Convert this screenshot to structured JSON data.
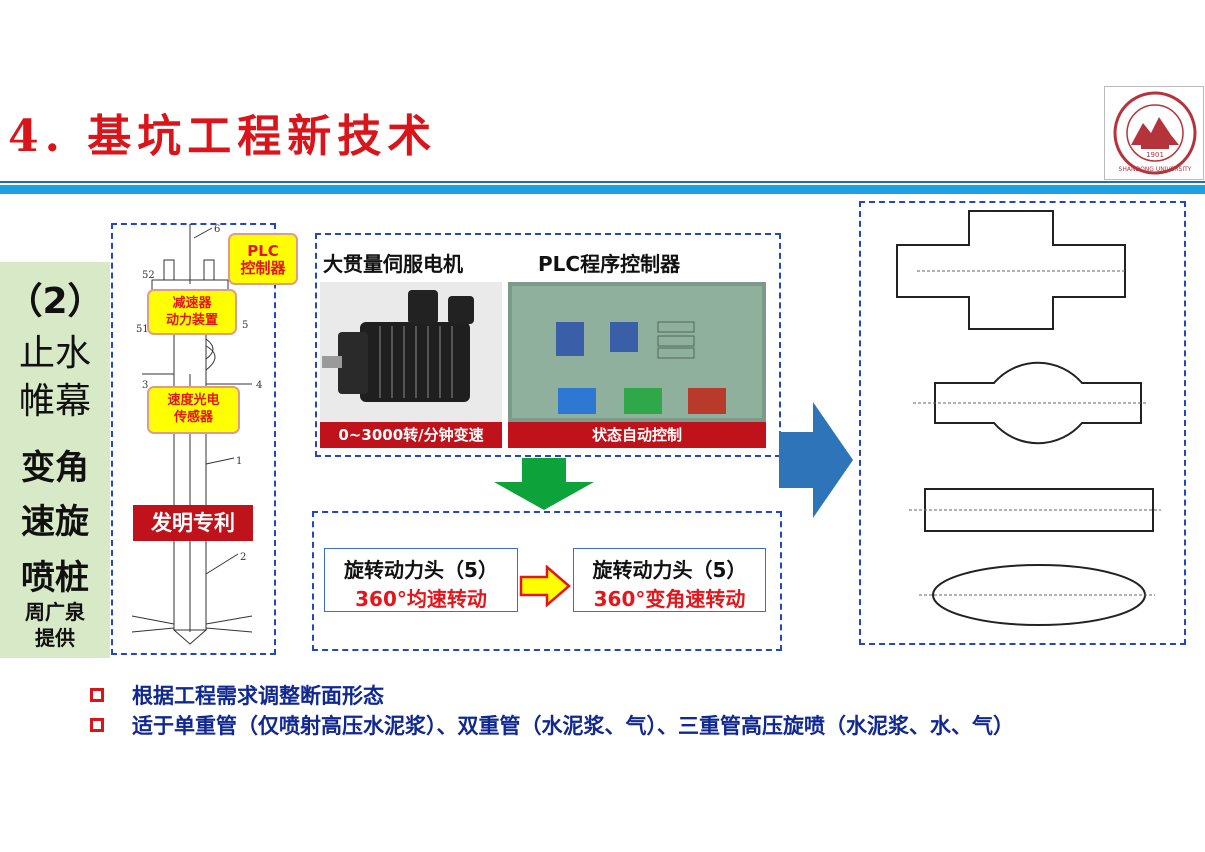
{
  "slide": {
    "title": "4. 基坑工程新技术",
    "logo_icon": "shandong-university-seal",
    "logo_text": "SHANDONG UNIVERSITY 1901"
  },
  "side_panel": {
    "line1": "（2）",
    "line2": "止水",
    "line3": "帷幕",
    "line4": "变角",
    "line5": "速旋",
    "line6": "喷桩",
    "line7": "周广泉",
    "line8": "提供"
  },
  "patent": {
    "plc_label": "PLC\n控制器",
    "reducer_label": "减速器\n动力装置",
    "sensor_label": "速度光电\n传感器",
    "badge": "发明专利",
    "drawing_numbers": [
      "6",
      "52",
      "51",
      "5",
      "3",
      "4",
      "1",
      "2"
    ]
  },
  "motor": {
    "motor_title": "大贯量伺服电机",
    "plc_title": "PLC程序控制器",
    "motor_caption": "0~3000转/分钟变速",
    "plc_caption": "状态自动控制"
  },
  "rotation": {
    "box1_line1": "旋转动力头（5）",
    "box1_line2": "360°均速转动",
    "box2_line1": "旋转动力头（5）",
    "box2_line2": "360°变角速转动"
  },
  "shapes": [
    "cross-section",
    "circle-with-arms",
    "rectangle",
    "ellipse"
  ],
  "bullets": [
    "根据工程需求调整断面形态",
    "适于单重管（仅喷射高压水泥浆）、双重管（水泥浆、气）、三重管高压旋喷（水泥浆、水、气）"
  ],
  "colors": {
    "title_red": "#d9141b",
    "bar_blue": "#1da1e2",
    "dash_blue": "#2446c4",
    "arrow_green": "#0ea23a",
    "arrow_blue": "#2e74b8",
    "bullet_text": "#102890"
  }
}
